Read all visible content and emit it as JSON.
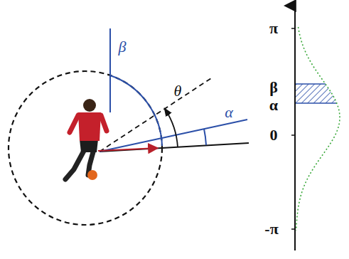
{
  "diagram": {
    "labels": [
      "β",
      "θ",
      "α",
      "π",
      "β",
      "α",
      "0",
      "-π"
    ]
  }
}
